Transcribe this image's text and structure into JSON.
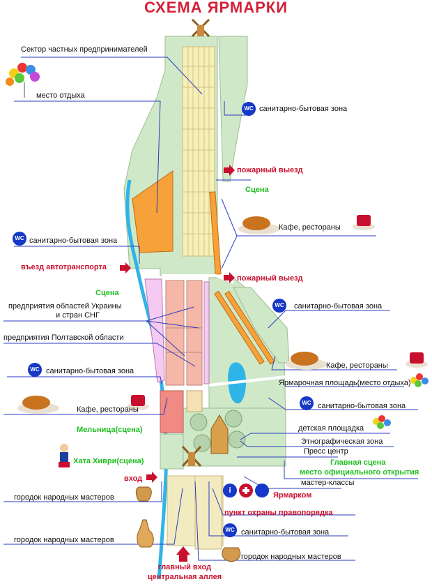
{
  "title": "СХЕМА ЯРМАРКИ",
  "labels": {
    "private_sector": "Сектор частных предпринимателей",
    "rest_place": "место отдыха",
    "wc_1": "санитарно-бытовая зона",
    "fire_exit_1": "пожарный выезд",
    "stage_1": "Сцена",
    "cafe_1": "Кафе, рестораны",
    "wc_2": "санитарно-бытовая зона",
    "vehicle_entry": "въезд автотранспорта",
    "fire_exit_2": "пожарный выезд",
    "stage_2": "Сцена",
    "regions_line1": "предприятия областей Украины",
    "regions_line2": "и стран СНГ",
    "poltava": "предприятия Полтавской области",
    "wc_3": "санитарно-бытовая зона",
    "wc_4": "санитарно-бытовая зона",
    "cafe_2": "Кафе, рестораны",
    "fair_square": "Ярмарочная площадь(место отдыха)",
    "cafe_3": "Кафе, рестораны",
    "wc_5": "санитарно-бытовая зона",
    "playground": "детская площадка",
    "mill_stage": "Мельница(сцена)",
    "ethno": "Этнографическая зона",
    "press": "Пресс центр",
    "khata": "Хата Хиври(сцена)",
    "main_stage_1": "Главная сцена",
    "main_stage_2": "место официального открытия",
    "entrance": "вход",
    "masterclass": "мастер-классы",
    "craftsmen_1": "городок народных мастеров",
    "yarmarkom": "Ярмарком",
    "police": "пункт охраны правопорядка",
    "craftsmen_2": "городок народных мастеров",
    "wc_6": "санитарно-бытовая зона",
    "craftsmen_3": "городок народных мастеров",
    "main_entrance_1": "главный вход",
    "main_entrance_2": "центральная аллея"
  },
  "icons": {
    "wc": "WC",
    "info": "i"
  },
  "colors": {
    "title": "#d4203a",
    "park": "#cfe8c8",
    "market": "#f7efb8",
    "orange": "#f7a13a",
    "pink_zone": "#f6c9f2",
    "salmon": "#f4b7a8",
    "red_zone": "#f08a82",
    "river": "#2fb4e8",
    "wc": "#1538c8"
  }
}
